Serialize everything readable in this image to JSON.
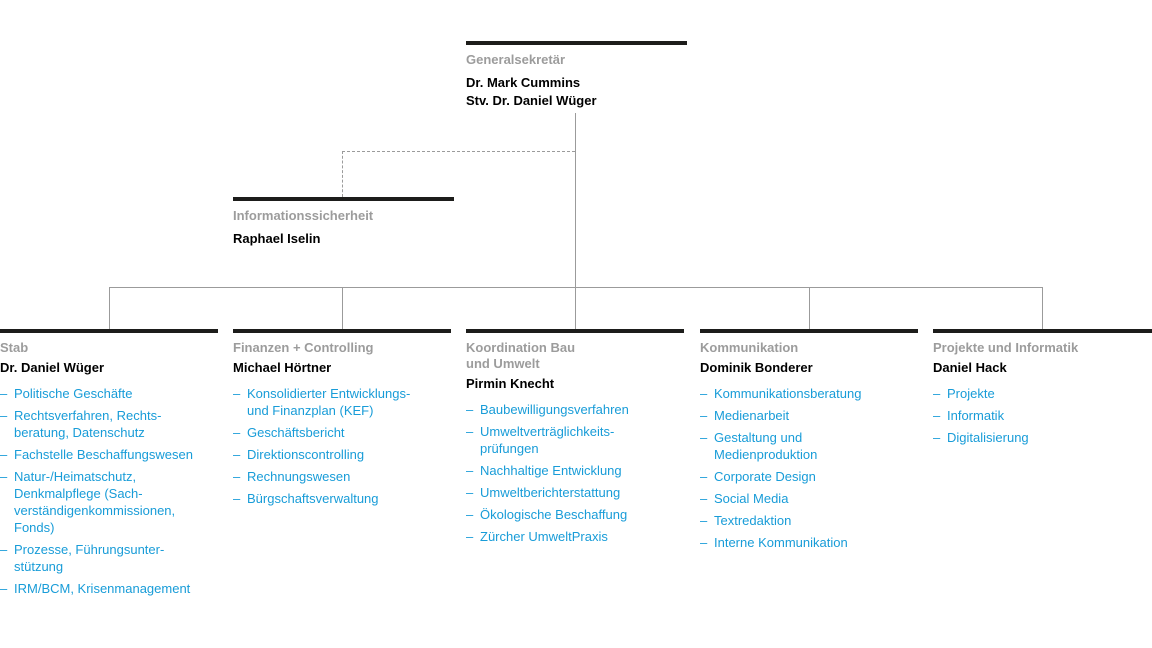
{
  "colors": {
    "accent": "#189cd8",
    "title_gray": "#9c9c9c",
    "bar": "#1d1d1b",
    "line": "#9b9b9b"
  },
  "list_bullet": "–",
  "top_node": {
    "role": "Generalsekretär",
    "name": "Dr. Mark Cummins",
    "deputy": "Stv. Dr. Daniel Wüger"
  },
  "staff_node": {
    "role": "Informationssicherheit",
    "name": "Raphael Iselin"
  },
  "departments": [
    {
      "title": "Stab",
      "head": "Dr. Daniel Wüger",
      "items": [
        "Politische Geschäfte",
        "Rechtsverfahren, Rechts-\nberatung, Datenschutz",
        "Fachstelle Beschaffungswesen",
        "Natur-/Heimatschutz,\nDenkmalpflege (Sach-\nverständigenkommissionen,\nFonds)",
        "Prozesse, Führungsunter-\nstützung",
        "IRM/BCM, Krisenmanagement"
      ]
    },
    {
      "title": "Finanzen + Controlling",
      "head": "Michael Hörtner",
      "items": [
        "Konsolidierter Entwicklungs-\nund Finanzplan (KEF)",
        "Geschäftsbericht",
        "Direktionscontrolling",
        "Rechnungswesen",
        "Bürgschaftsverwaltung"
      ]
    },
    {
      "title": "Koordination Bau\nund Umwelt",
      "head": "Pirmin Knecht",
      "items": [
        "Baubewilligungsverfahren",
        "Umweltverträglichkeits-\nprüfungen",
        "Nachhaltige Entwicklung",
        "Umweltberichterstattung",
        "Ökologische Beschaffung",
        "Zürcher UmweltPraxis"
      ]
    },
    {
      "title": "Kommunikation",
      "head": "Dominik Bonderer",
      "items": [
        "Kommunikationsberatung",
        "Medienarbeit",
        "Gestaltung und\nMedienproduktion",
        "Corporate Design",
        "Social Media",
        "Textredaktion",
        "Interne Kommunikation"
      ]
    },
    {
      "title": "Projekte und Informatik",
      "head": "Daniel Hack",
      "items": [
        "Projekte",
        "Informatik",
        "Digitalisierung"
      ]
    }
  ]
}
